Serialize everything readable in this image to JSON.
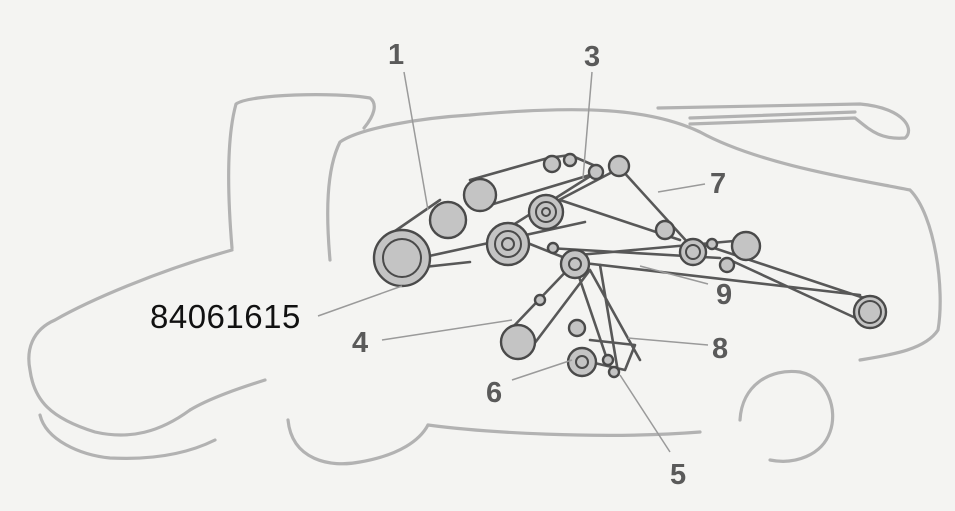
{
  "part_number": "84061615",
  "callouts": [
    {
      "id": "c1",
      "label": "1"
    },
    {
      "id": "c2",
      "label": "3"
    },
    {
      "id": "c3",
      "label": "7"
    },
    {
      "id": "c4",
      "label": "9"
    },
    {
      "id": "c5",
      "label": "4"
    },
    {
      "id": "c6",
      "label": "8"
    },
    {
      "id": "c7",
      "label": "6"
    },
    {
      "id": "c8",
      "label": "5"
    }
  ],
  "colors": {
    "background": "#f4f4f2",
    "machine_outline": "#b2b2b2",
    "belt": "#585858",
    "pulley_fill": "#c4c4c4",
    "callout_text": "#5a5a5a"
  }
}
